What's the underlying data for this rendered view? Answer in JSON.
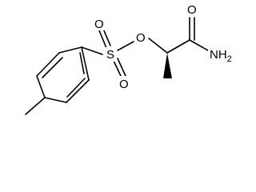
{
  "molecule": {
    "atoms": {
      "sulfur": "S",
      "oxygen_top": "O",
      "oxygen_bottom": "O",
      "oxygen_ester": "O",
      "oxygen_carbonyl": "O",
      "amide_nitrogen": "NH2"
    },
    "stereo": "wedge",
    "colors": {
      "line": "#000000",
      "background": "#ffffff"
    }
  }
}
